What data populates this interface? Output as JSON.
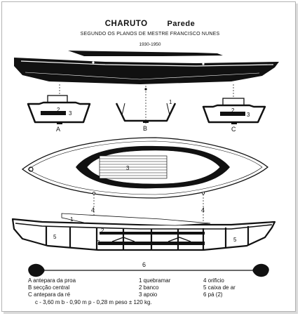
{
  "title": "CHARUTO",
  "place": "Parede",
  "subtitle": "SEGUNDO OS PLANOS DE MESTRE FRANCISCO NUNES",
  "years": "1930-1950",
  "section_labels": {
    "a": "A",
    "b": "B",
    "c": "C"
  },
  "part_numbers": {
    "n1": "1",
    "n2": "2",
    "n3": "3",
    "n4": "4",
    "n5": "5",
    "n6": "6"
  },
  "legend": {
    "a": "A  antepara da proa",
    "b": "B  secção central",
    "c": "C  antepara da ré",
    "item1": "1 quebramar",
    "item2": "2 banco",
    "item3": "3 apoio",
    "item4": "4 orificio",
    "item5": "5 caixa de ar",
    "item6": "6 pá (2)",
    "dimensions": "c - 3,60 m    b - 0,90 m    p - 0,28 m    peso ± 120 kg."
  }
}
